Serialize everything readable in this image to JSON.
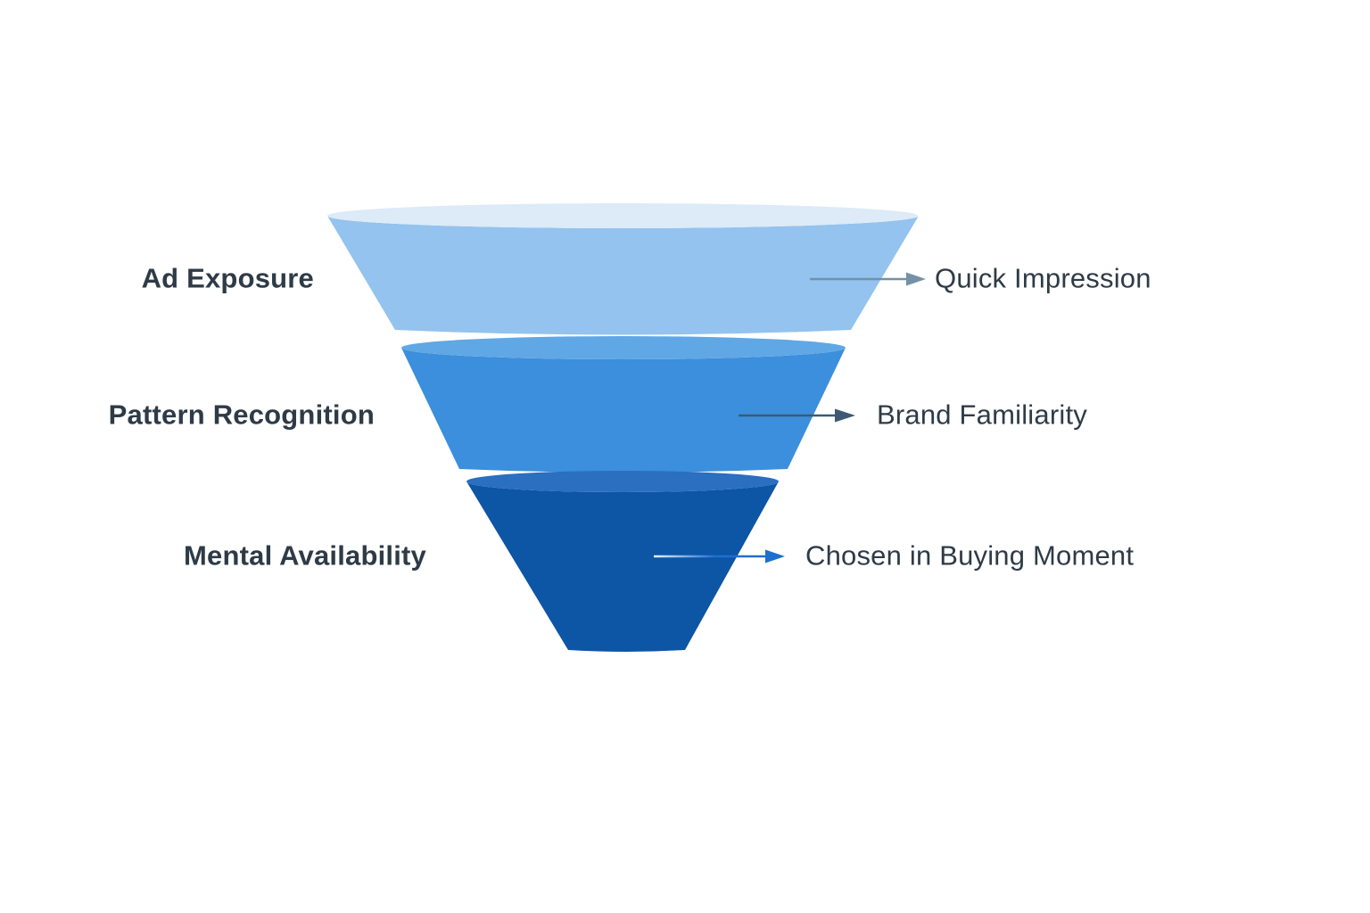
{
  "diagram": {
    "kind": "marketing-funnel",
    "background_color": "#ffffff",
    "text_color": "#2e3b47",
    "tiers": [
      {
        "left_label": "Ad Exposure",
        "right_label": "Quick Impression",
        "body_color": "#93c3ee",
        "rim_color": "#ddeaf7",
        "arrow_color": "#7391a8"
      },
      {
        "left_label": "Pattern Recognition",
        "right_label": "Brand Familiarity",
        "body_color": "#3b8fdc",
        "rim_color": "#60a7e5",
        "arrow_color": "#3e5a72"
      },
      {
        "left_label": "Mental Availability",
        "right_label": "Chosen in Buying Moment",
        "body_color": "#0d55a5",
        "rim_color": "#2a6fc0",
        "arrow_color": "#1d6fd0",
        "arrow_start_color": "#eaf3fc"
      }
    ]
  }
}
